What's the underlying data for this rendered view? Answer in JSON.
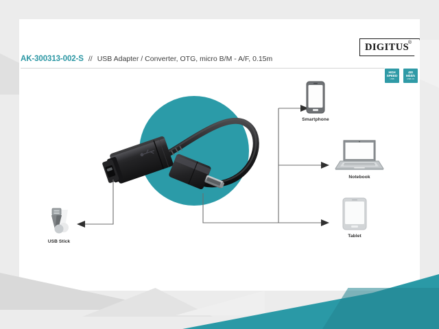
{
  "header": {
    "article_number": "AK-300313-002-S",
    "separator": "//",
    "description": "USB Adapter / Converter, OTG, micro B/M - A/F, 0.15m"
  },
  "brand": {
    "logo_text": "DIGITUS",
    "registered_mark": "®"
  },
  "badges": [
    {
      "name": "high-speed-usb-badge",
      "line1": "HIGH",
      "line2": "SPEED",
      "line3": "USB"
    },
    {
      "name": "transfer-rate-badge",
      "line1": "480",
      "line2": "Mbit/s",
      "line3": "USB 2.0"
    }
  ],
  "product": {
    "connector_a": "USB A Female",
    "connector_b": "micro USB B Male",
    "circle_color": "#2b9ba8"
  },
  "diagram": {
    "source_label": "USB Stick",
    "nodes": [
      {
        "name": "smartphone",
        "label": "Smartphone"
      },
      {
        "name": "notebook",
        "label": "Notebook"
      },
      {
        "name": "tablet",
        "label": "Tablet"
      }
    ]
  },
  "colors": {
    "accent_teal": "#2a96a3",
    "text_dark": "#3d3d3d",
    "frame_gray": "#ececec"
  }
}
